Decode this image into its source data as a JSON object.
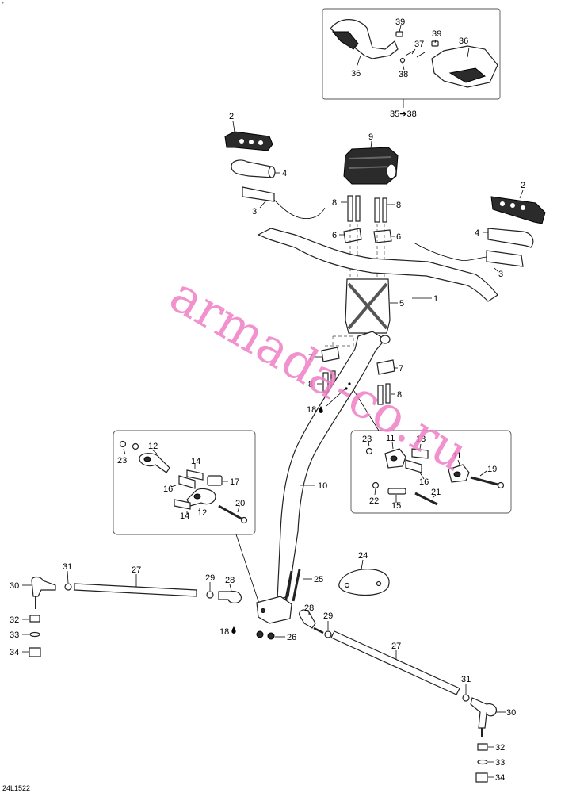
{
  "watermark": "armada-co.ru",
  "drawing_code": "24L1522",
  "corner_mark": "'",
  "kit_label": "35➔38",
  "callouts": {
    "c1": "1",
    "c2a": "2",
    "c2b": "2",
    "c3a": "3",
    "c3b": "3",
    "c4a": "4",
    "c4b": "4",
    "c5": "5",
    "c6a": "6",
    "c6b": "6",
    "c7a": "7",
    "c7b": "7",
    "c8a": "8",
    "c8b": "8",
    "c8c": "8",
    "c8d": "8",
    "c9": "9",
    "c10": "10",
    "c11a": "11",
    "c11b": "11",
    "c12a": "12",
    "c12b": "12",
    "c13": "13",
    "c14a": "14",
    "c14b": "14",
    "c15": "15",
    "c16a": "16",
    "c16b": "16",
    "c17": "17",
    "c18a": "18",
    "c18b": "18",
    "c19": "19",
    "c20": "20",
    "c21": "21",
    "c22": "22",
    "c23a": "23",
    "c23b": "23",
    "c24": "24",
    "c25": "25",
    "c26": "26",
    "c27a": "27",
    "c27b": "27",
    "c28a": "28",
    "c28b": "28",
    "c29a": "29",
    "c29b": "29",
    "c30a": "30",
    "c30b": "30",
    "c31a": "31",
    "c31b": "31",
    "c32a": "32",
    "c32b": "32",
    "c33a": "33",
    "c33b": "33",
    "c34a": "34",
    "c34b": "34",
    "c36a": "36",
    "c36b": "36",
    "c37": "37",
    "c38": "38",
    "c39a": "39",
    "c39b": "39"
  }
}
